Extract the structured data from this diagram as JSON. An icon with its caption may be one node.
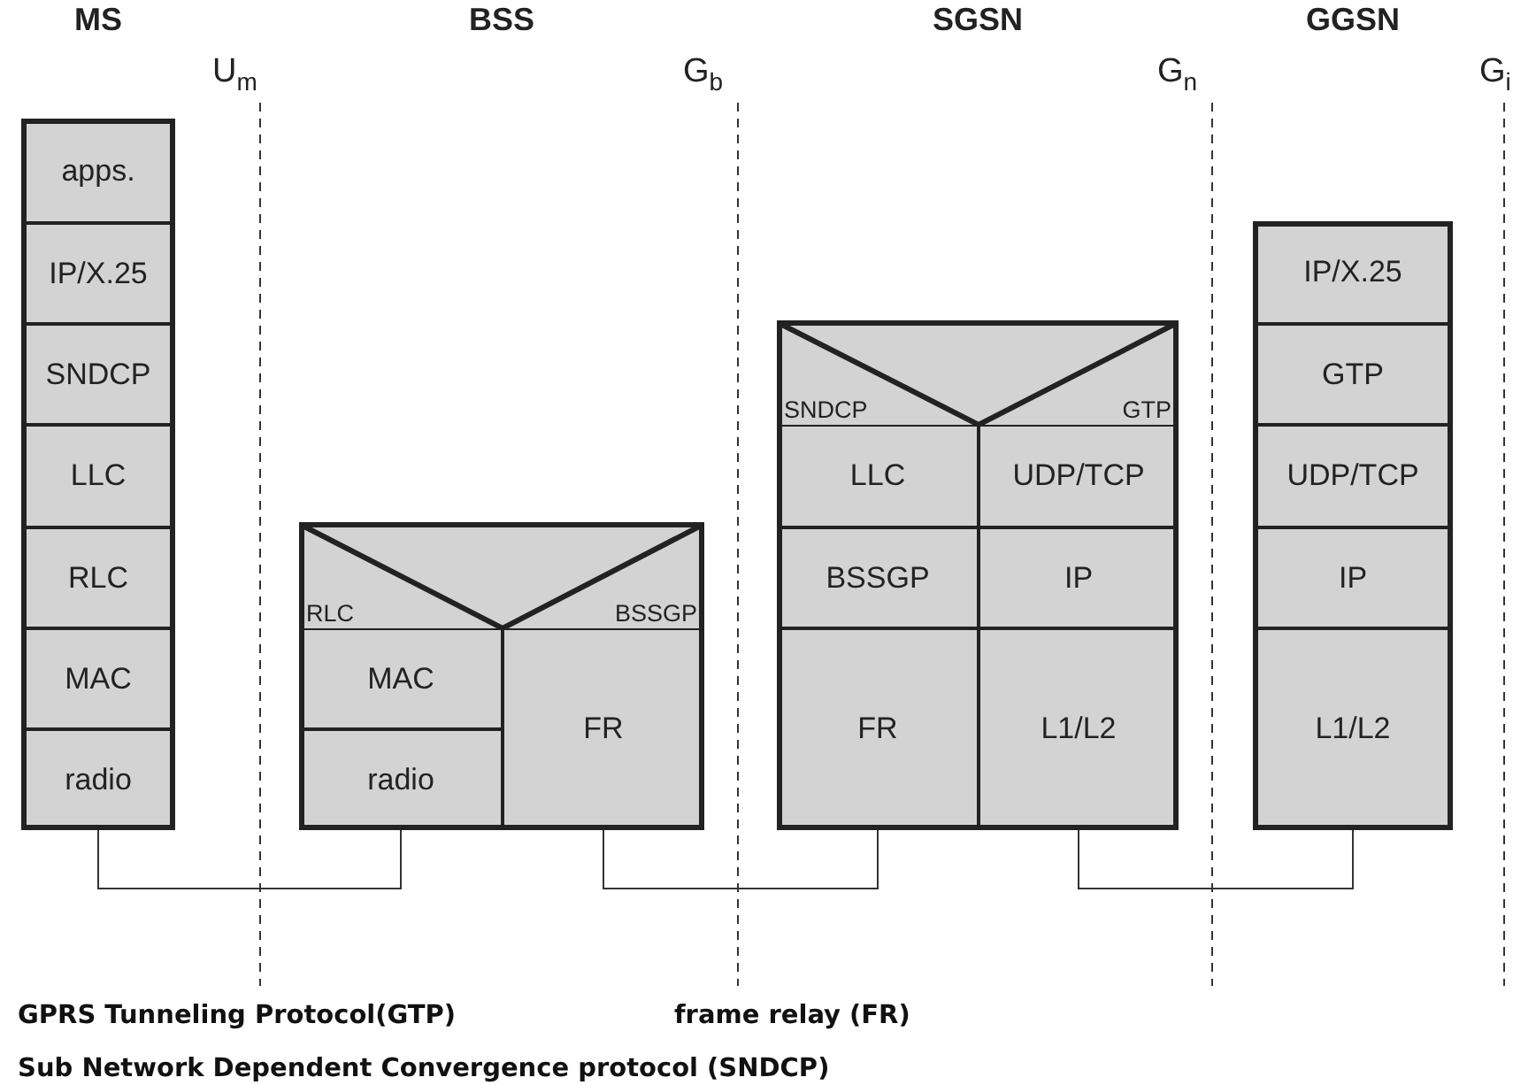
{
  "diagram": {
    "nodes": [
      {
        "text": [],
        "shape": "box"
      },
      {
        "text": [
          "apps."
        ],
        "in": 0
      },
      {
        "text": [
          "IP/X.25"
        ],
        "in": 0
      },
      {
        "text": [
          "SNDCP"
        ],
        "in": 0
      },
      {
        "text": [
          "LLC"
        ],
        "in": 0
      },
      {
        "text": [
          "RLC"
        ],
        "in": 0
      },
      {
        "text": [
          "MAC"
        ],
        "in": 0
      },
      {
        "text": [
          "radio"
        ],
        "in": 0
      },
      {
        "text": [],
        "shape": "box"
      },
      {
        "text": [
          "RLC"
        ],
        "in": 8
      },
      {
        "text": [
          "BSSGP"
        ],
        "in": 8
      },
      {
        "text": [
          "MAC"
        ],
        "in": 8
      },
      {
        "text": [
          "radio"
        ],
        "in": 8
      },
      {
        "text": [
          "FR"
        ],
        "in": 8
      },
      {
        "text": [],
        "shape": "box"
      },
      {
        "text": [
          "SNDCP"
        ],
        "in": 14
      },
      {
        "text": [
          "GTP"
        ],
        "in": 14
      },
      {
        "text": [
          "LLC"
        ],
        "in": 14
      },
      {
        "text": [
          "UDP/TCP"
        ],
        "in": 14
      },
      {
        "text": [
          "BSSGP"
        ],
        "in": 14
      },
      {
        "text": [
          "IP"
        ],
        "in": 14
      },
      {
        "text": [
          "FR"
        ],
        "in": 14
      },
      {
        "text": [
          "L1/L2"
        ],
        "in": 14
      },
      {
        "text": [],
        "shape": "box"
      },
      {
        "text": [
          "IP/X.25"
        ],
        "in": 23
      },
      {
        "text": [
          "GTP"
        ],
        "in": 23
      },
      {
        "text": [
          "UDP/TCP"
        ],
        "in": 23
      },
      {
        "text": [
          "IP"
        ],
        "in": 23
      },
      {
        "text": [
          "L1/L2"
        ],
        "in": 23
      }
    ],
    "edges": [
      {
        "from": 7,
        "to": 12,
        "arrow": "none"
      },
      {
        "from": 13,
        "to": 21,
        "arrow": "none"
      },
      {
        "from": 22,
        "to": 28,
        "arrow": "none"
      }
    ],
    "labels": [
      "MS",
      "BSS",
      "SGSN",
      "GGSN",
      "U$_{m}$",
      "G$_{b}$",
      "G$_{n}$",
      "G$_{i}$",
      "GPRS Tunneling Protocol(GTP)",
      "frame relay (FR)",
      "Sub Network Dependent Convergence protocol (SNDCP)"
    ]
  }
}
